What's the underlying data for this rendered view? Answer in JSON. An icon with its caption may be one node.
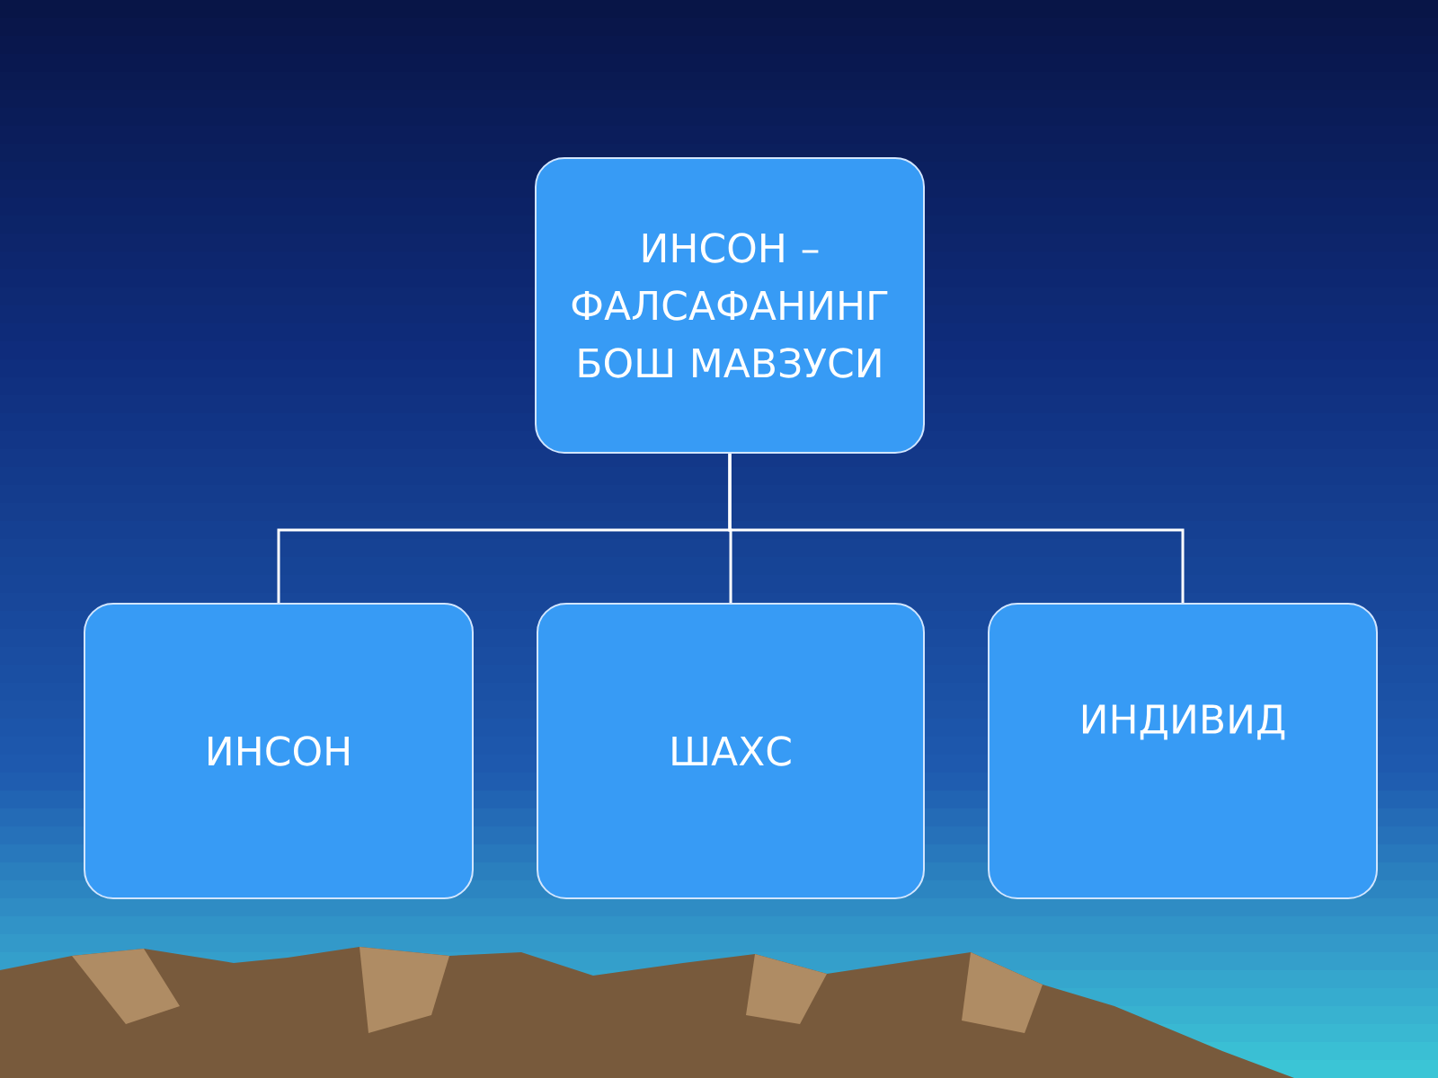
{
  "diagram": {
    "nodes": [
      {
        "text": [
          "ИНСОН – ФАЛСАФАНИНГ БОШ МАВЗУСИ"
        ]
      },
      {
        "text": [
          "ИНСОН"
        ]
      },
      {
        "text": [
          "ШАХС"
        ]
      },
      {
        "text": [
          "ИНДИВИД"
        ]
      }
    ],
    "edges": [
      {
        "from": 0,
        "to": 1,
        "arrow": "none"
      },
      {
        "from": 0,
        "to": 2,
        "arrow": "none"
      },
      {
        "from": 0,
        "to": 3,
        "arrow": "none"
      }
    ]
  }
}
